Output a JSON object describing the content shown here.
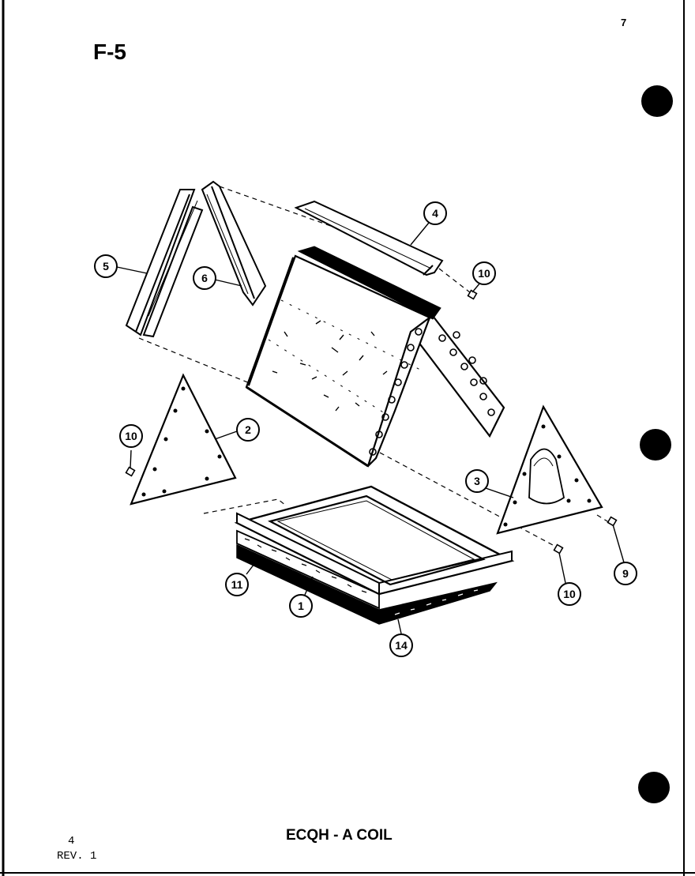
{
  "sheet": {
    "id": "F-5",
    "corner_mark": "7",
    "title": "ECQH - A COIL",
    "page_number": "4",
    "revision": "REV. 1"
  },
  "callouts": [
    "5",
    "6",
    "4",
    "10",
    "10",
    "2",
    "3",
    "11",
    "1",
    "14",
    "10",
    "9"
  ],
  "colors": {
    "ink": "#000000",
    "paper": "#ffffff"
  }
}
